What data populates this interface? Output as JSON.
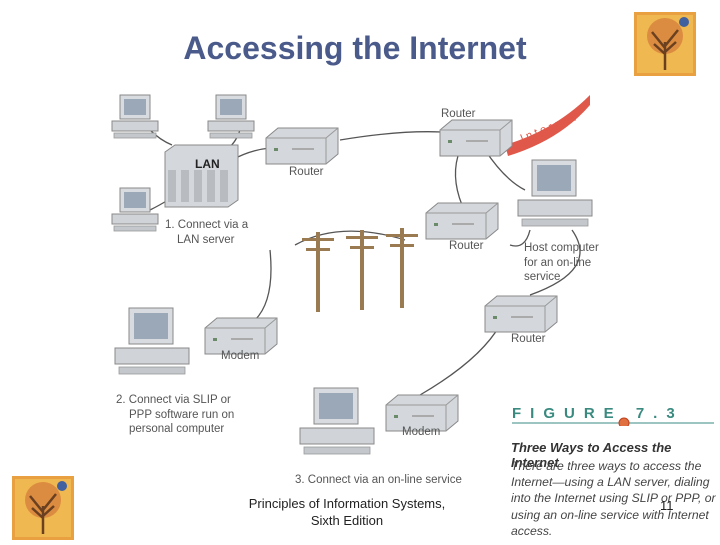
{
  "slide": {
    "title": "Accessing the Internet",
    "footer_line1": "Principles of Information Systems,",
    "footer_line2": "Sixth Edition",
    "page_number": "11"
  },
  "diagram": {
    "lan_box": "LAN",
    "router_labels": [
      "Router",
      "Router",
      "Router",
      "Router"
    ],
    "modem_labels": [
      "Modem",
      "Modem"
    ],
    "internet": "Internet",
    "step1": [
      "1. Connect via a",
      "LAN server"
    ],
    "step2": [
      "2. Connect via SLIP or",
      "PPP software run on",
      "personal computer"
    ],
    "step3": "3. Connect via an on-line service",
    "host": [
      "Host computer",
      "for an on-line",
      "service"
    ]
  },
  "figure": {
    "heading": "FIGURE 7.3",
    "caption_title": "Three Ways to Access the Internet",
    "caption_text": "There are three ways to access the Internet—using a LAN server, dialing into the Internet using SLIP or PPP, or using an on-line service with Internet access."
  },
  "colors": {
    "title": "#4a5a8a",
    "internet_band": "#e0584a",
    "figure_accent": "#3a8a80",
    "cable": "#555555",
    "pole": "#9a7a50"
  }
}
